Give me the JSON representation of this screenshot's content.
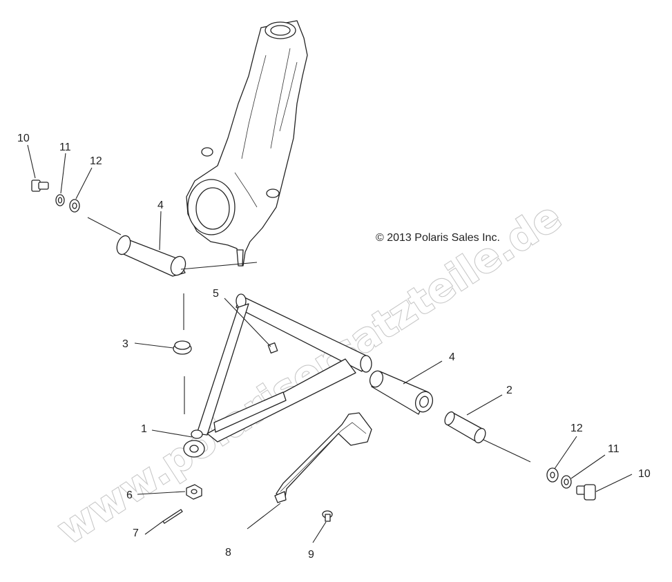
{
  "copyright": "© 2013 Polaris Sales Inc.",
  "watermark": "www.polarisersatzteile.de",
  "callouts": [
    {
      "id": "c10a",
      "label": "10"
    },
    {
      "id": "c11a",
      "label": "11"
    },
    {
      "id": "c12a",
      "label": "12"
    },
    {
      "id": "c4a",
      "label": "4"
    },
    {
      "id": "c5",
      "label": "5"
    },
    {
      "id": "c3",
      "label": "3"
    },
    {
      "id": "c4b",
      "label": "4"
    },
    {
      "id": "c2",
      "label": "2"
    },
    {
      "id": "c1",
      "label": "1"
    },
    {
      "id": "c12b",
      "label": "12"
    },
    {
      "id": "c11b",
      "label": "11"
    },
    {
      "id": "c10b",
      "label": "10"
    },
    {
      "id": "c6",
      "label": "6"
    },
    {
      "id": "c7",
      "label": "7"
    },
    {
      "id": "c8",
      "label": "8"
    },
    {
      "id": "c9",
      "label": "9"
    }
  ]
}
